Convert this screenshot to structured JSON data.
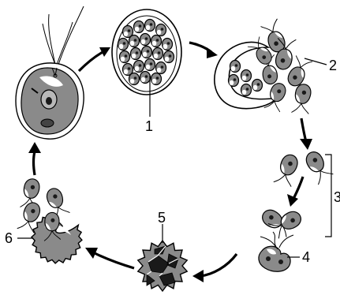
{
  "labels": {
    "l1": "1",
    "l2": "2",
    "l3": "3",
    "l4": "4",
    "l5": "5",
    "l6": "6"
  },
  "colors": {
    "cell_fill": "#8a8a8a",
    "cell_light": "#a8a8a8",
    "nucleus": "#1a1a1a",
    "highlight": "#ffffff"
  }
}
